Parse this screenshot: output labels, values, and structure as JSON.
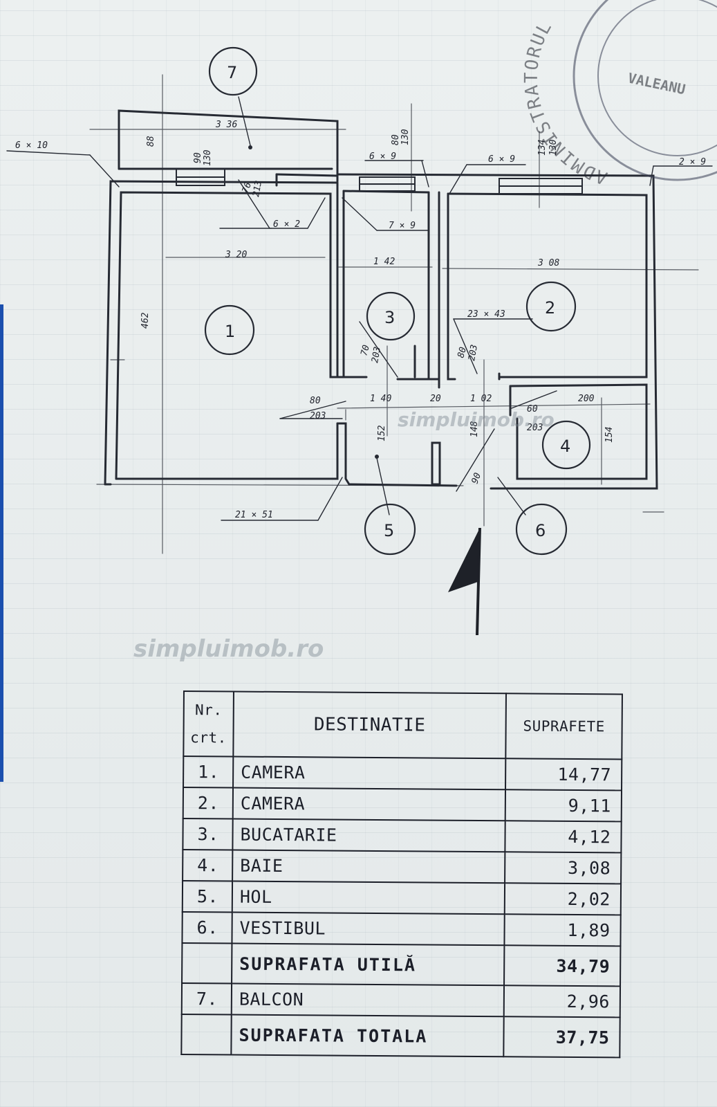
{
  "plan": {
    "room_numbers": [
      "1",
      "2",
      "3",
      "4",
      "5",
      "6",
      "7"
    ],
    "dimensions": {
      "balcony_width": "3 36",
      "balcony_depth": "88",
      "room1_width": "3 20",
      "room1_height": "462",
      "kitchen_width": "1 42",
      "room2_width": "3 08",
      "hall_seg1": "1 40",
      "hall_seg2": "20",
      "hall_seg3": "1 02",
      "bath_width": "200",
      "bath_height": "154",
      "hall_height": "152",
      "vest_height": "148"
    },
    "openings": {
      "op_6x10": "6 × 10",
      "op_6x2": "6 × 2",
      "op_7x9": "7 × 9",
      "op_6x9": "6 × 9",
      "op_6x9b": "6 × 9",
      "op_2x9": "2 × 9",
      "op_23x43": "23 × 43",
      "op_21x51": "21 × 51",
      "win_b1": "90",
      "win_b2": "130",
      "win_k1": "80",
      "win_k2": "130",
      "win_r2a": "134",
      "win_r2b": "130",
      "door_b1": "76",
      "door_b2": "213",
      "door_r1a": "80",
      "door_r1b": "203",
      "door_k1": "70",
      "door_k2": "203",
      "door_r2a": "80",
      "door_r2b": "203",
      "door_bath_a": "60",
      "door_bath_b": "203",
      "door_ent": "90"
    }
  },
  "watermark": "simpluimob.ro",
  "stamp": {
    "arc_text": "ADMINISTRATORUL",
    "inner_text": "VALEANU"
  },
  "table": {
    "headers": {
      "nr": [
        "Nr.",
        "crt."
      ],
      "destinatie": "DESTINATIE",
      "suprafete": "SUPRAFETE"
    },
    "rows": [
      {
        "nr": "1.",
        "dest": "CAMERA",
        "val": "14,77"
      },
      {
        "nr": "2.",
        "dest": "CAMERA",
        "val": "9,11"
      },
      {
        "nr": "3.",
        "dest": "BUCATARIE",
        "val": "4,12"
      },
      {
        "nr": "4.",
        "dest": "BAIE",
        "val": "3,08"
      },
      {
        "nr": "5.",
        "dest": "HOL",
        "val": "2,02"
      },
      {
        "nr": "6.",
        "dest": "VESTIBUL",
        "val": "1,89"
      }
    ],
    "util": {
      "nr": "",
      "dest": "SUPRAFATA  UTILĂ",
      "val": "34,79"
    },
    "balcon": {
      "nr": "7.",
      "dest": "BALCON",
      "val": "2,96"
    },
    "total": {
      "nr": "",
      "dest": "SUPRAFATA  TOTALA",
      "val": "37,75"
    }
  }
}
